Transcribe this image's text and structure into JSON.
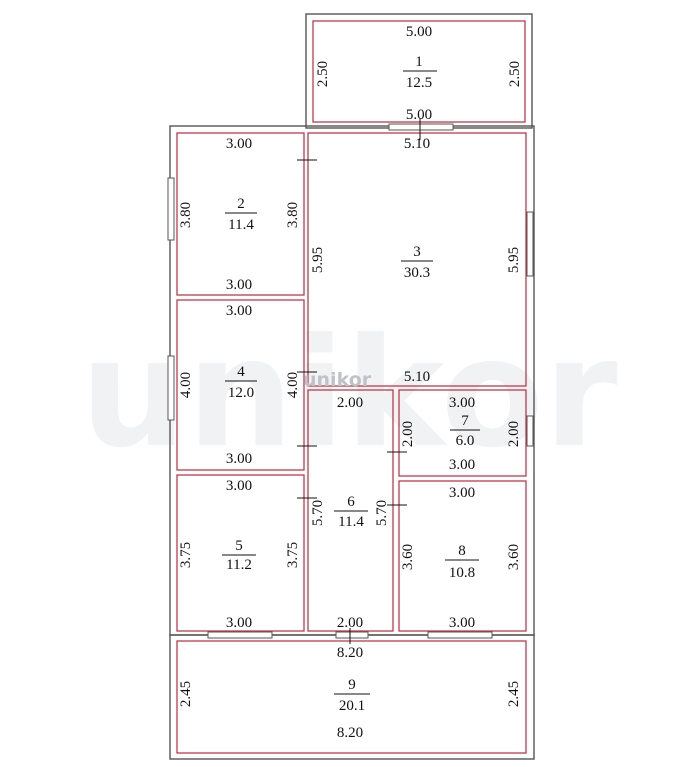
{
  "watermark": {
    "brand": "unikor"
  },
  "rooms": [
    {
      "id": "1",
      "area": "12.5",
      "dims": [
        "5.00",
        "5.00",
        "2.50",
        "2.50"
      ]
    },
    {
      "id": "2",
      "area": "11.4",
      "dims": [
        "3.00",
        "3.00",
        "3.80",
        "3.80"
      ]
    },
    {
      "id": "3",
      "area": "30.3",
      "dims": [
        "5.10",
        "5.10",
        "5.95",
        "5.95"
      ]
    },
    {
      "id": "4",
      "area": "12.0",
      "dims": [
        "3.00",
        "3.00",
        "4.00",
        "4.00"
      ]
    },
    {
      "id": "5",
      "area": "11.2",
      "dims": [
        "3.00",
        "3.00",
        "3.75",
        "3.75"
      ]
    },
    {
      "id": "6",
      "area": "11.4",
      "dims": [
        "2.00",
        "2.00",
        "5.70",
        "5.70"
      ]
    },
    {
      "id": "7",
      "area": "6.0",
      "dims": [
        "3.00",
        "3.00",
        "2.00",
        "2.00"
      ]
    },
    {
      "id": "8",
      "area": "10.8",
      "dims": [
        "3.00",
        "3.00",
        "3.60",
        "3.60"
      ]
    },
    {
      "id": "9",
      "area": "20.1",
      "dims": [
        "8.20",
        "8.20",
        "2.45",
        "2.45"
      ]
    }
  ],
  "colors": {
    "inner_wall": "#c0394a",
    "outer_wall": "#555555",
    "watermark": "#bfc3c8"
  }
}
